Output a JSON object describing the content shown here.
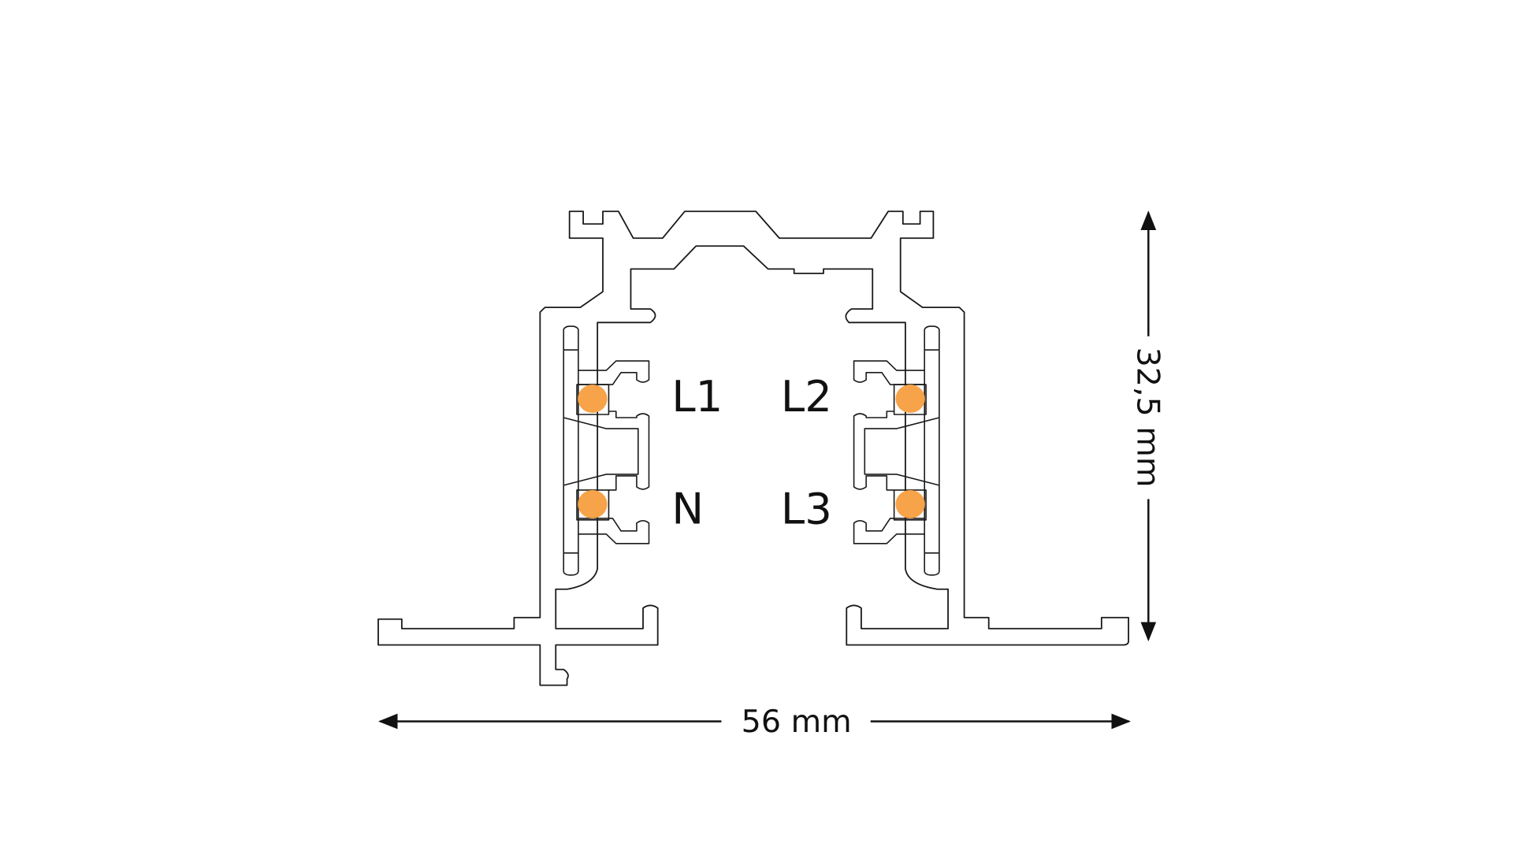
{
  "diagram": {
    "phase_labels": {
      "l1": "L1",
      "l2": "L2",
      "n": "N",
      "l3": "L3"
    },
    "dimensions": {
      "width": "56 mm",
      "height": "32,5 mm"
    },
    "colors": {
      "conductor": "#F7A34A",
      "outline": "#1a1a1a",
      "background": "#ffffff"
    }
  }
}
